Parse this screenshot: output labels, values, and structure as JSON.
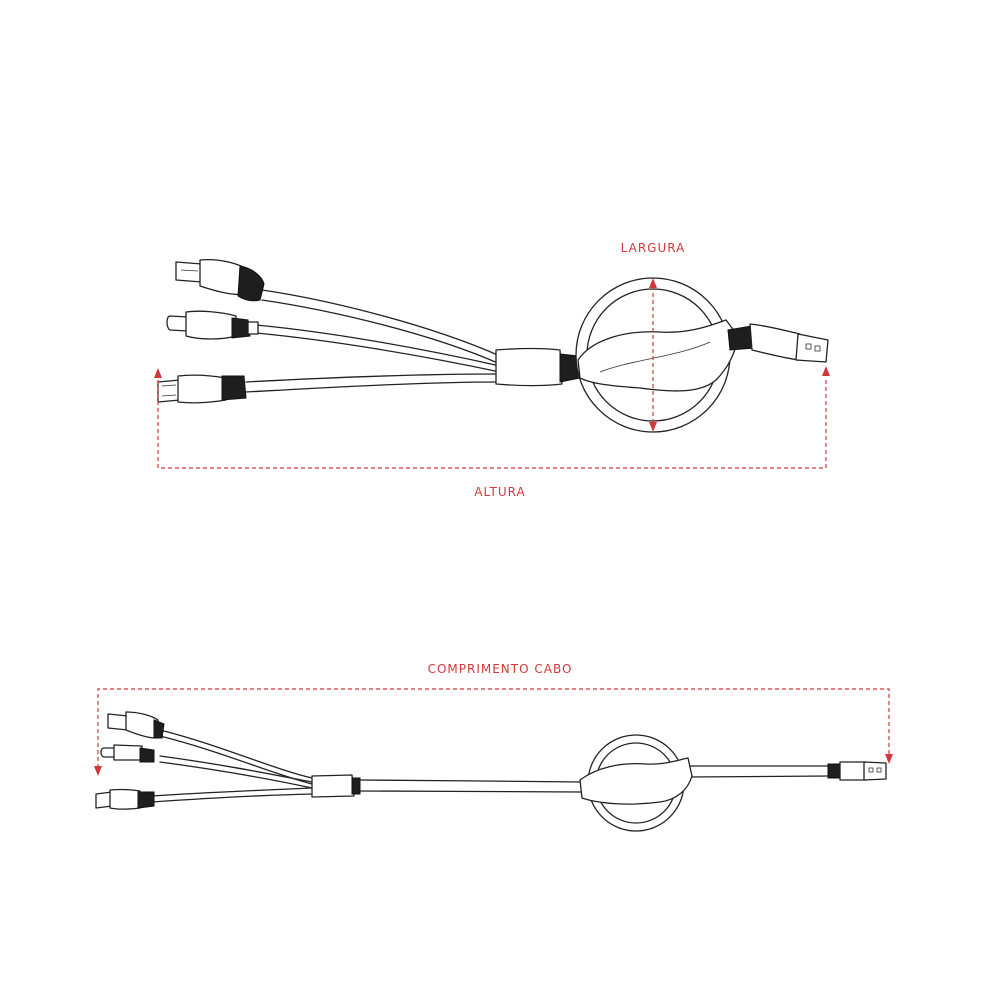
{
  "labels": {
    "width": "LARGURA",
    "height": "ALTURA",
    "cable_length": "COMPRIMENTO CABO"
  },
  "colors": {
    "dimension": "#d0393b",
    "outline": "#222222",
    "background": "#ffffff"
  },
  "views": [
    {
      "id": "top-view",
      "type": "retracted-cable",
      "dimensions": [
        "LARGURA",
        "ALTURA"
      ]
    },
    {
      "id": "bottom-view",
      "type": "extended-cable",
      "dimensions": [
        "COMPRIMENTO CABO"
      ]
    }
  ],
  "connectors": [
    "lightning-connector",
    "usb-c-connector",
    "micro-usb-connector",
    "usb-a-connector"
  ]
}
